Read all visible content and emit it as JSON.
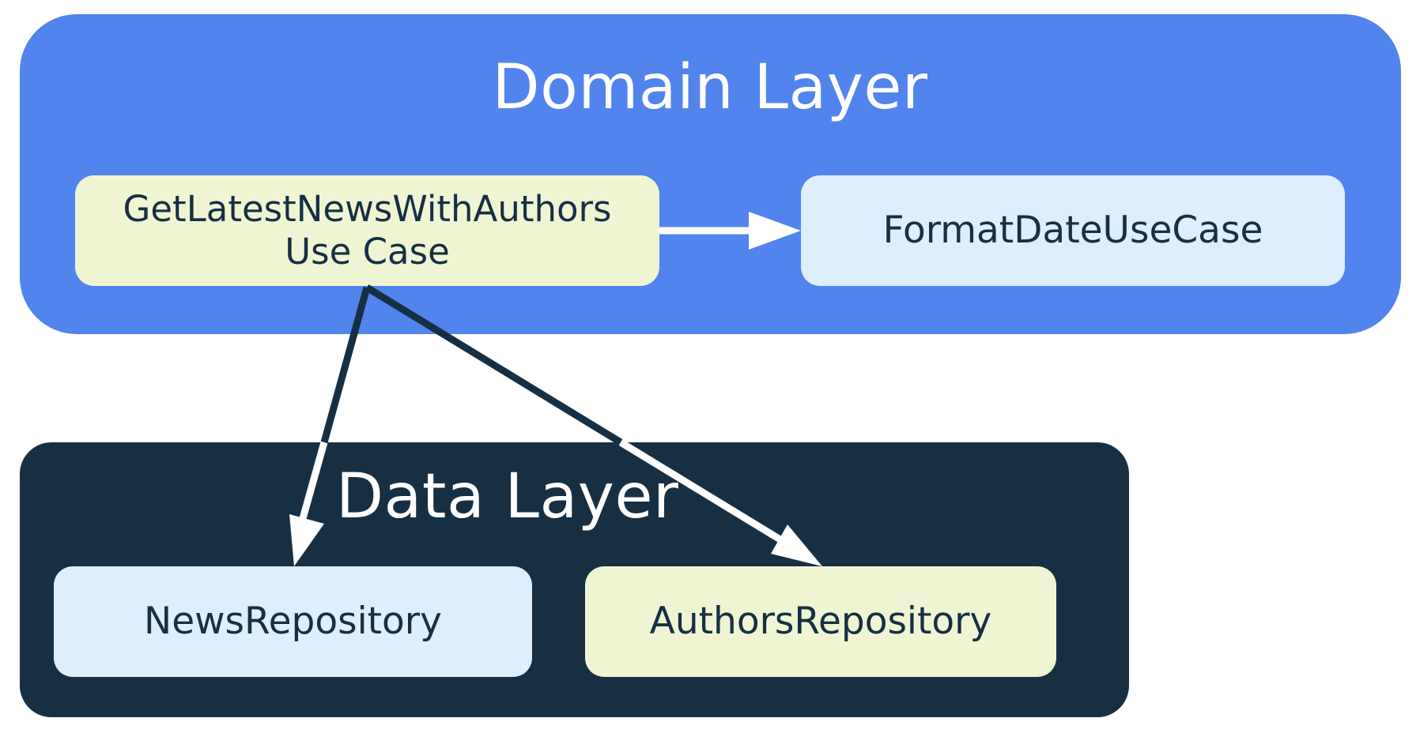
{
  "domain_layer": {
    "title": "Domain Layer",
    "color": "#5184EC"
  },
  "data_layer": {
    "title": "Data Layer",
    "color": "#172F43"
  },
  "nodes": {
    "get_latest_news_use_case": {
      "line1": "GetLatestNewsWithAuthors",
      "line2": "Use Case",
      "color": "#EFF5D3"
    },
    "format_date_use_case": {
      "label": "FormatDateUseCase",
      "color": "#DDEEFC"
    },
    "news_repository": {
      "label": "NewsRepository",
      "color": "#DDEEFC"
    },
    "authors_repository": {
      "label": "AuthorsRepository",
      "color": "#EFF5D3"
    }
  },
  "edges": [
    {
      "from": "GetLatestNewsWithAuthors Use Case",
      "to": "FormatDateUseCase"
    },
    {
      "from": "GetLatestNewsWithAuthors Use Case",
      "to": "NewsRepository"
    },
    {
      "from": "GetLatestNewsWithAuthors Use Case",
      "to": "AuthorsRepository"
    }
  ]
}
